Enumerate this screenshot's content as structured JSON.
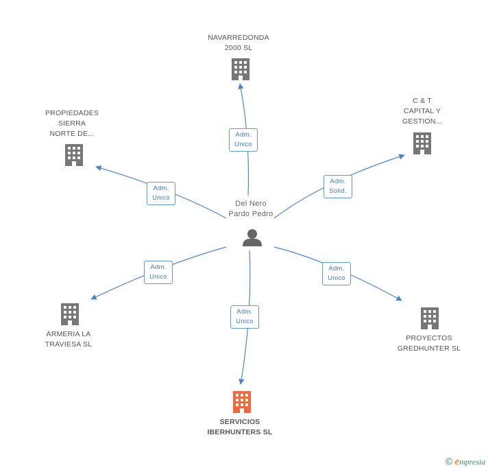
{
  "center": {
    "label": "Del Nero\nPardo Pedro",
    "icon": "person-icon"
  },
  "nodes": [
    {
      "id": "navarredonda",
      "label": "NAVARREDONDA\n2000 SL",
      "icon": "building-icon",
      "color": "#777777",
      "highlight": false
    },
    {
      "id": "ctcapital",
      "label": "C & T\nCAPITAL Y\nGESTION...",
      "icon": "building-icon",
      "color": "#777777",
      "highlight": false
    },
    {
      "id": "propiedades",
      "label": "PROPIEDADES\nSIERRA\nNORTE DE...",
      "icon": "building-icon",
      "color": "#777777",
      "highlight": false
    },
    {
      "id": "armeria",
      "label": "ARMERIA LA\nTRAVIESA SL",
      "icon": "building-icon",
      "color": "#777777",
      "highlight": false
    },
    {
      "id": "proyectos",
      "label": "PROYECTOS\nGREDHUNTER SL",
      "icon": "building-icon",
      "color": "#777777",
      "highlight": false
    },
    {
      "id": "servicios",
      "label": "SERVICIOS\nIBERHUNTERS SL",
      "icon": "building-icon",
      "color": "#f26a3c",
      "highlight": true
    }
  ],
  "edges": [
    {
      "to": "navarredonda",
      "label": "Adm.\nUnico"
    },
    {
      "to": "ctcapital",
      "label": "Adm.\nSolid."
    },
    {
      "to": "propiedades",
      "label": "Adm.\nUnico"
    },
    {
      "to": "armeria",
      "label": "Adm.\nUnico"
    },
    {
      "to": "proyectos",
      "label": "Adm.\nUnico"
    },
    {
      "to": "servicios",
      "label": "Adm.\nUnico"
    }
  ],
  "colors": {
    "edge": "#4a86d4",
    "edge_label_text": "#3d7cc9",
    "person": "#666666"
  },
  "footer": {
    "copyright": "©",
    "brand_initial": "e",
    "brand_rest": "mpresia"
  }
}
